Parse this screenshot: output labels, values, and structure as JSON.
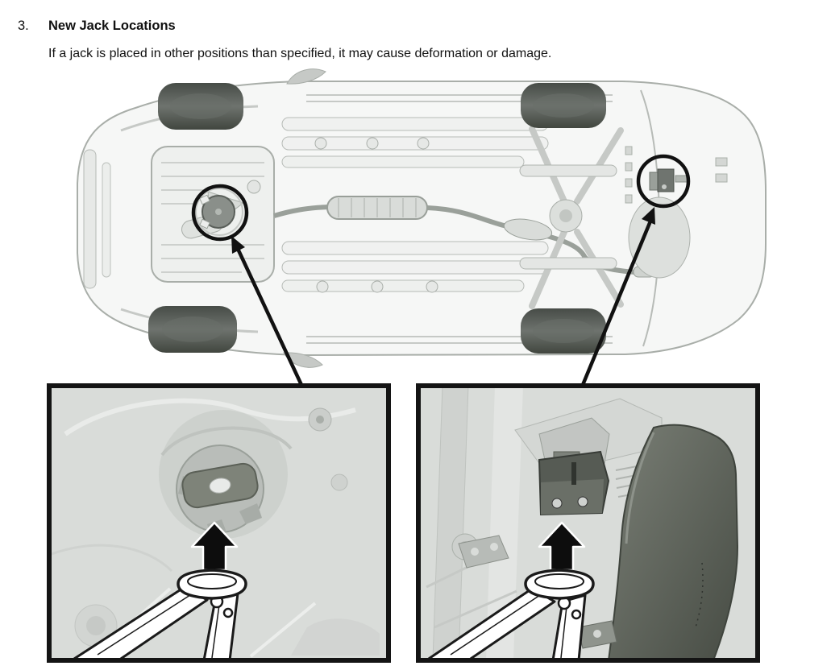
{
  "document": {
    "background_color": "#ffffff",
    "section_number": "3.",
    "section_title": "New Jack Locations",
    "section_body": "If a jack is placed in other positions than specified, it may cause deformation or damage."
  },
  "figure": {
    "kind": "vehicle-underbody-jack-location-diagram",
    "jack_location_count": 2,
    "insets": [
      "front-jack-point-closeup",
      "rear-jack-point-closeup"
    ],
    "colors": {
      "marker_circle": "#111111",
      "callout_arrow": "#111111",
      "inset_border": "#141414",
      "inset_background": "#d9dcd9",
      "up_arrow": "#0d0d0d",
      "line_art": "#a9aea9",
      "line_art_light": "#c6c9c6",
      "tire_dark": "#4a4f4a",
      "bracket_dark": "#565b54",
      "panel_dark": "#5f645c"
    }
  }
}
